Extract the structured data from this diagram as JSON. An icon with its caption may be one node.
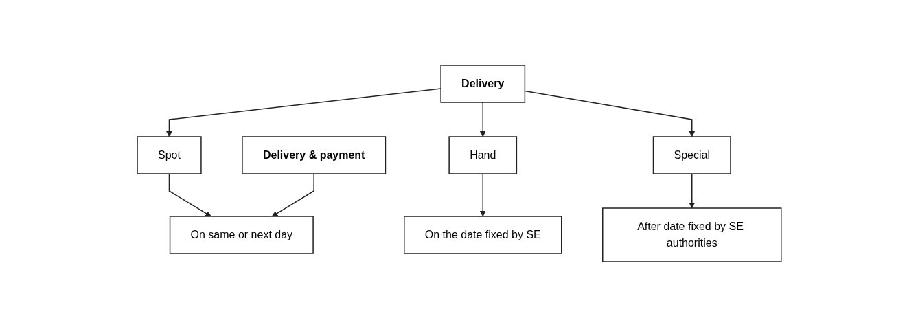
{
  "diagram": {
    "nodes": [
      {
        "text": [
          "Delivery"
        ]
      },
      {
        "text": [
          "Spot"
        ]
      },
      {
        "text": [
          "Hand"
        ]
      },
      {
        "text": [
          "Special"
        ]
      },
      {
        "text": [
          "Delivery & payment"
        ]
      },
      {
        "text": [
          "On same or next day"
        ]
      },
      {
        "text": [
          "On the date fixed by SE"
        ]
      },
      {
        "text": [
          "After date fixed by SE authorities"
        ]
      }
    ],
    "edges": [
      {
        "from": 0,
        "to": 1,
        "arrow": "to"
      },
      {
        "from": 0,
        "to": 2,
        "arrow": "to"
      },
      {
        "from": 0,
        "to": 3,
        "arrow": "to"
      },
      {
        "from": 1,
        "to": 5,
        "arrow": "to"
      },
      {
        "from": 2,
        "to": 6,
        "arrow": "to"
      },
      {
        "from": 3,
        "to": 7,
        "arrow": "to"
      },
      {
        "from": 4,
        "to": 5,
        "arrow": "to"
      }
    ]
  }
}
